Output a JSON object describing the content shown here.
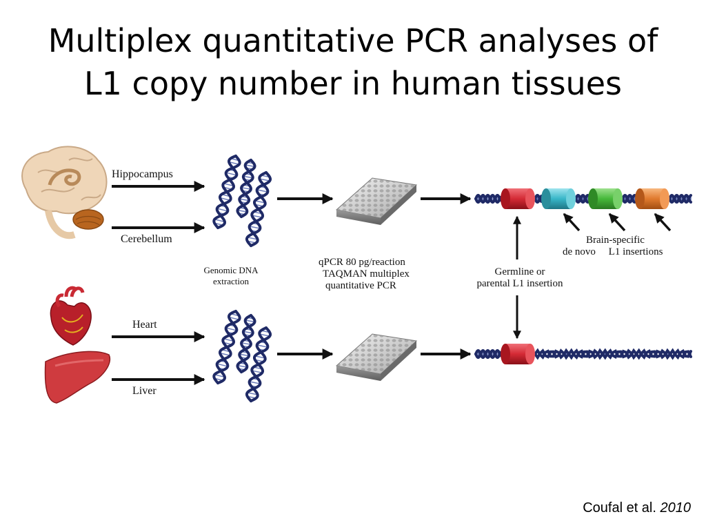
{
  "title": {
    "line1": "Multiplex quantitative PCR analyses of",
    "line2": "L1 copy number in human tissues"
  },
  "tissues": {
    "hippocampus": "Hippocampus",
    "cerebellum": "Cerebellum",
    "heart": "Heart",
    "liver": "Liver"
  },
  "steps": {
    "extraction_line1": "Genomic DNA",
    "extraction_line2": "extraction",
    "qpcr_line1": "qPCR 80 pg/reaction",
    "qpcr_line2": "TAQMAN  multiplex",
    "qpcr_line3": "quantitative PCR"
  },
  "annotations": {
    "germline_line1": "Germline or",
    "germline_line2": "parental L1 insertion",
    "brain_line1": "Brain-specific",
    "brain_line2": "de novo     L1 insertions"
  },
  "citation": {
    "authors": "Coufal et al.",
    "year": "2010"
  },
  "colors": {
    "arrow": "#111111",
    "dna_strand": "#1f2a66",
    "dna_rung": "#6b7bb8",
    "insertion_red": "#d42a35",
    "insertion_cyan": "#38b6c8",
    "insertion_green": "#46b83a",
    "insertion_orange": "#e07a2e",
    "brain": "#efd6b8",
    "cerebellum": "#b8651f",
    "heart": "#b8202a",
    "liver": "#cf3b3f"
  }
}
